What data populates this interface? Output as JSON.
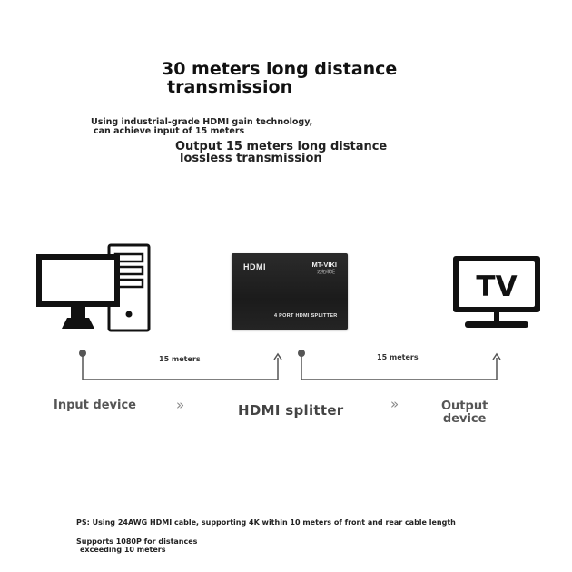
{
  "headline": {
    "line1": "30 meters long distance",
    "line2": "transmission"
  },
  "description": {
    "line1": "Using industrial-grade HDMI gain technology,",
    "line2": "can achieve input of 15 meters"
  },
  "subheadline": {
    "line1": "Output 15 meters long distance",
    "line2": "lossless transmission"
  },
  "devices": {
    "input_label": "Input device",
    "splitter_label": "HDMI splitter",
    "output_label_line1": "Output",
    "output_label_line2": "device",
    "chevron_glyph": "»",
    "tv_text": "TV"
  },
  "splitter_box": {
    "brand_left": "HDMI",
    "brand_right": "MT-VIKI",
    "brand_sub": "迈拓维矩",
    "model_text": "4 PORT HDMI SPLITTER"
  },
  "cables": {
    "left_length": "15 meters",
    "right_length": "15 meters"
  },
  "notes": {
    "ps": "PS: Using 24AWG HDMI cable, supporting 4K within 10 meters of front and rear cable length",
    "line1": "Supports 1080P for distances",
    "line2": "exceeding 10 meters"
  },
  "colors": {
    "device_black": "#111111",
    "label_gray": "#555555"
  }
}
